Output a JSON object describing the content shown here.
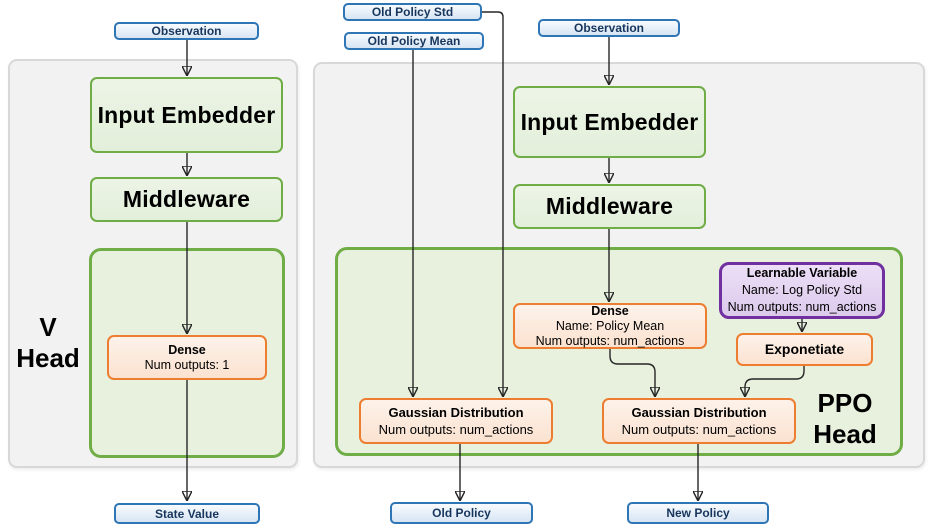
{
  "diagram": {
    "colors": {
      "io_border": "#2e75b6",
      "layer_border": "#70ad47",
      "op_border": "#ed7d31",
      "variable_border": "#7030a0"
    },
    "v_head": {
      "label_line1": "V",
      "label_line2": "Head",
      "observation": "Observation",
      "input_embedder": "Input Embedder",
      "middleware": "Middleware",
      "dense_title": "Dense",
      "dense_outputs": "Num outputs: 1",
      "state_value": "State Value"
    },
    "ppo_head": {
      "label_line1": "PPO",
      "label_line2": "Head",
      "old_policy_std": "Old Policy Std",
      "old_policy_mean": "Old Policy Mean",
      "observation": "Observation",
      "input_embedder": "Input Embedder",
      "middleware": "Middleware",
      "dense_title": "Dense",
      "dense_name": "Name: Policy Mean",
      "dense_outputs": "Num outputs: num_actions",
      "learnable_title": "Learnable Variable",
      "learnable_name": "Name: Log Policy Std",
      "learnable_outputs": "Num outputs: num_actions",
      "exponetiate": "Exponetiate",
      "gaussian_old_title": "Gaussian Distribution",
      "gaussian_old_outputs": "Num outputs: num_actions",
      "gaussian_new_title": "Gaussian Distribution",
      "gaussian_new_outputs": "Num outputs: num_actions",
      "old_policy": "Old Policy",
      "new_policy": "New Policy"
    }
  }
}
